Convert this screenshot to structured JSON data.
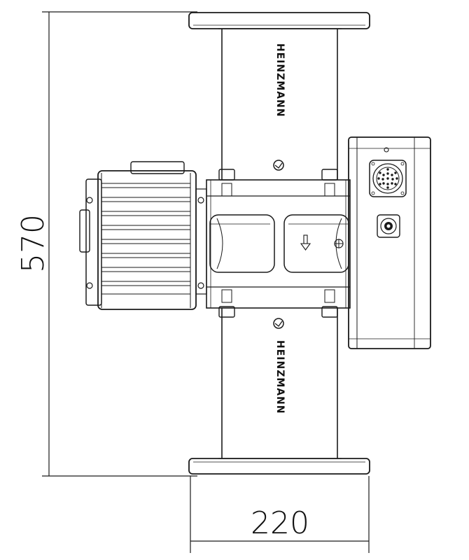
{
  "dimensions": {
    "height_label": "570",
    "width_label": "220"
  },
  "brand": {
    "upper_text": "HEINZMANN",
    "lower_text": "HEINZMANN"
  },
  "colors": {
    "line": "#1a1a1a",
    "background": "#ffffff",
    "fill_light": "#f4f4f4"
  },
  "icons": {
    "flow_arrow": "arrow-down-icon",
    "logo": "heinzmann-logo-icon"
  }
}
